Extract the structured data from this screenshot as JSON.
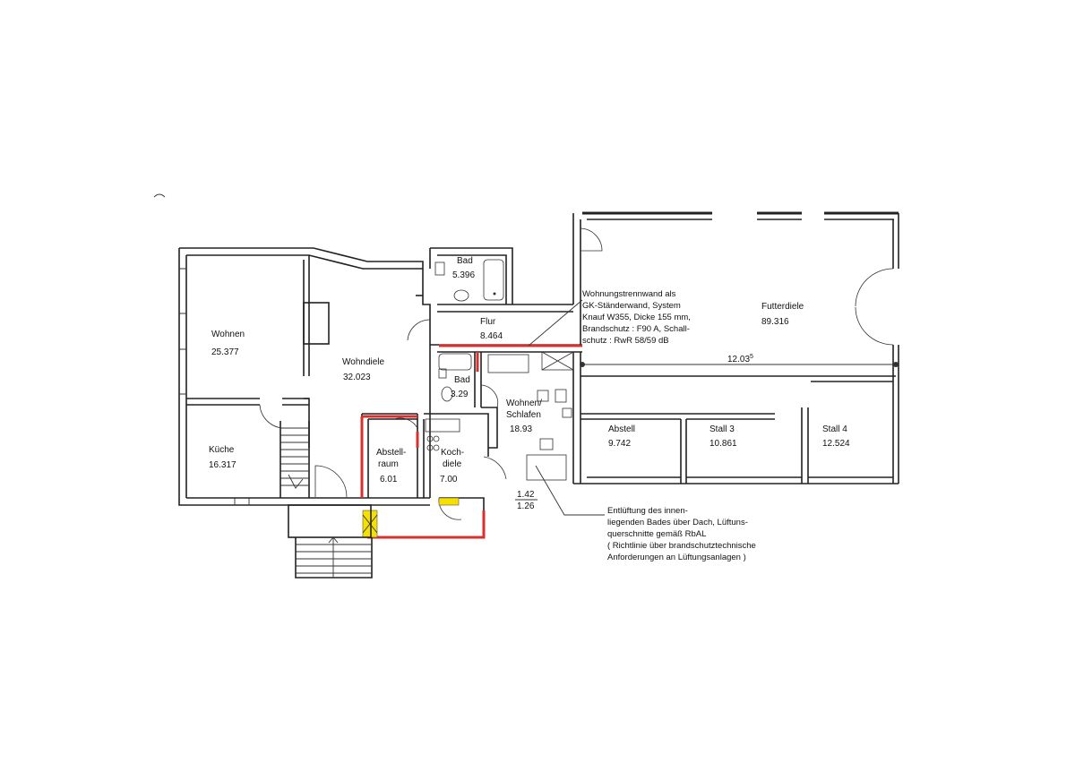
{
  "rooms": {
    "wohnen": {
      "name": "Wohnen",
      "area": "25.377"
    },
    "kueche": {
      "name": "Küche",
      "area": "16.317"
    },
    "wohndiele": {
      "name": "Wohndiele",
      "area": "32.023"
    },
    "bad_top": {
      "name": "Bad",
      "area": "5.396"
    },
    "flur": {
      "name": "Flur",
      "area": "8.464"
    },
    "bad_small": {
      "name": "Bad",
      "area": "3.29"
    },
    "wohnen_schlafen": {
      "name_line1": "Wohnen/",
      "name_line2": "Schlafen",
      "area": "18.93"
    },
    "abstellraum": {
      "name_line1": "Abstell-",
      "name_line2": "raum",
      "area": "6.01"
    },
    "kochdiele": {
      "name_line1": "Koch-",
      "name_line2": "diele",
      "area": "7.00"
    },
    "futterdiele": {
      "name": "Futterdiele",
      "area": "89.316"
    },
    "abstell": {
      "name": "Abstell",
      "area": "9.742"
    },
    "stall3": {
      "name": "Stall 3",
      "area": "10.861"
    },
    "stall4": {
      "name": "Stall 4",
      "area": "12.524"
    }
  },
  "notes": {
    "wall_note": [
      "Wohnungstrennwand als",
      "GK-Ständerwand, System",
      "Knauf W355, Dicke 155 mm,",
      "Brandschutz : F90 A, Schall-",
      "schutz : RwR 58/59 dB"
    ],
    "vent_note": [
      "Entlüftung des innen-",
      "liegenden Bades über Dach, Lüftuns-",
      "querschnitte gemäß RbAL",
      "( Richtlinie über brandschutztechnische",
      "Anforderungen an Lüftungsanlagen )"
    ]
  },
  "dimensions": {
    "futterdiele_width": "12.03",
    "futterdiele_width_sup": "5",
    "window_top": "1.42",
    "window_bottom": "1.26"
  }
}
